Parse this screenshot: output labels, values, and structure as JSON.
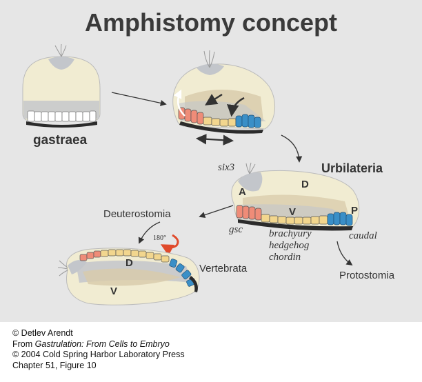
{
  "title": "Amphistomy concept",
  "labels": {
    "gastraea": "gastraea",
    "urbilateria": "Urbilateria",
    "six3": "six3",
    "gsc": "gsc",
    "brachyury": "brachyury",
    "hedgehog": "hedgehog",
    "chordin": "chordin",
    "caudal": "caudal",
    "deuterostomia": "Deuterostomia",
    "protostomia": "Protostomia",
    "vertebrata": "Vertebrata",
    "rotation": "180°"
  },
  "axes": {
    "urbilateria_a": "A",
    "urbilateria_d": "D",
    "urbilateria_v": "V",
    "urbilateria_p": "P",
    "vertebrata_d": "D",
    "vertebrata_v": "V"
  },
  "credits": {
    "line1": "© Detlev Arendt",
    "line2_prefix": "From ",
    "line2_book": "Gastrulation: From Cells to Embryo",
    "line3": "© 2004  Cold Spring Harbor Laboratory Press",
    "line4": "Chapter 51, Figure 10"
  },
  "colors": {
    "background": "#e6e6e6",
    "embryo_fill": "#f1ecd2",
    "gray_domain": "#c3c6cb",
    "tan_domain": "#d8cbaa",
    "anterior_cells": "#ef8c78",
    "middle_cells": "#f2d68e",
    "posterior_cells": "#3a8fc7",
    "rotation_arrow": "#e04a2b"
  }
}
